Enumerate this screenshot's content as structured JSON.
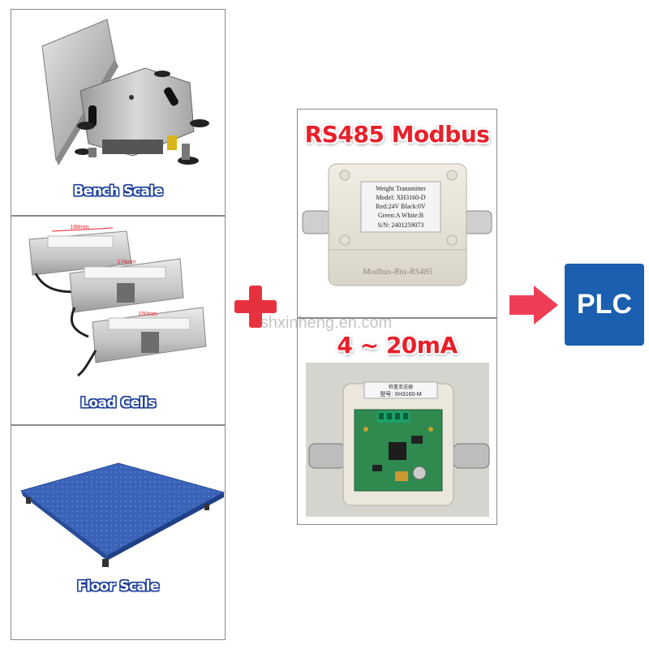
{
  "left_panels": {
    "bench_scale": {
      "caption": "Bench Scale"
    },
    "load_cells": {
      "caption": "Load Cells",
      "dims": [
        "188mm",
        "174mm",
        "150mm"
      ]
    },
    "floor_scale": {
      "caption": "Floor Scale"
    }
  },
  "plus_symbol": "+",
  "rs485": {
    "title": "RS485 Modbus",
    "label_lines": [
      "Weight Transmitter",
      "Model: XH3160-D",
      "Red:24V    Black:0V",
      "Green:A      White:B",
      "S/N:   2401259073"
    ],
    "embossed": "Modbus-Rtu-RS485"
  },
  "analog": {
    "title": "4 ~ 20mA",
    "label_lines": [
      "称重变送器",
      "型号:  XH3160-M"
    ]
  },
  "watermark": "shxinheng.en.com",
  "plc": {
    "label": "PLC"
  },
  "colors": {
    "plus": "#e8313f",
    "arrow": "#ef3d55",
    "plc_bg": "#1a5fb0",
    "caption_outline": "#1d3f9a",
    "title_red": "#e8202a"
  }
}
